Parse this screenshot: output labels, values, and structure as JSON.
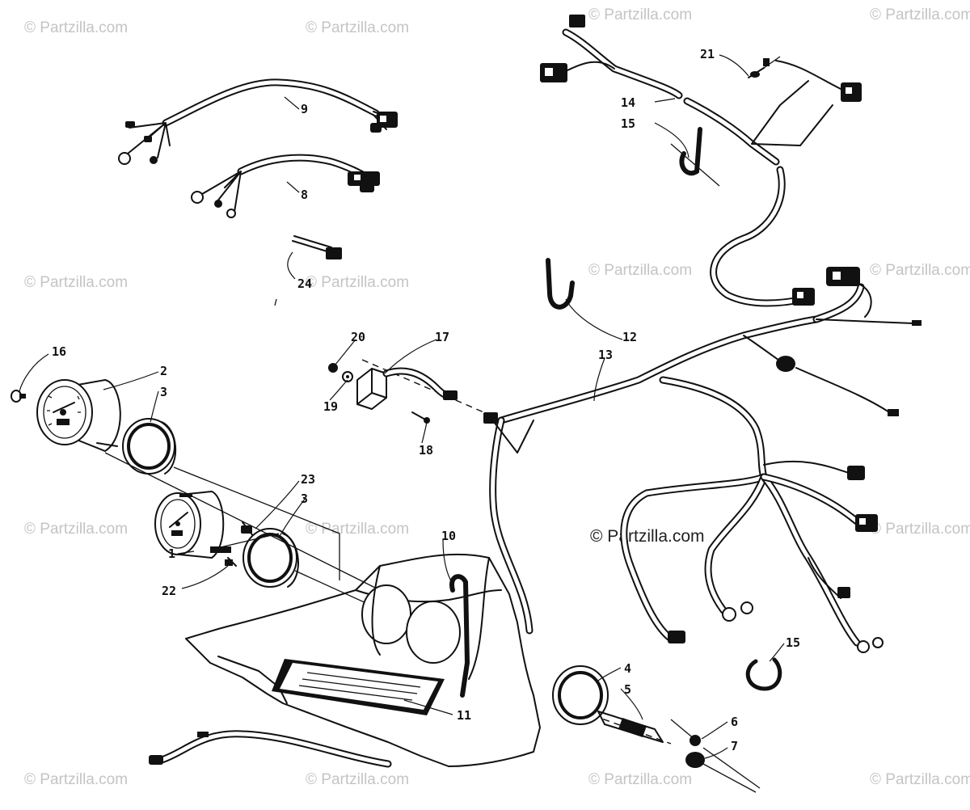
{
  "watermarks": {
    "text": "© Partzilla.com",
    "center_text": "© Partzilla.com"
  },
  "callouts": {
    "c1": "1",
    "c2": "2",
    "c3a": "3",
    "c3b": "3",
    "c4": "4",
    "c5": "5",
    "c6": "6",
    "c7": "7",
    "c8": "8",
    "c9": "9",
    "c10": "10",
    "c11": "11",
    "c12": "12",
    "c13": "13",
    "c14": "14",
    "c15a": "15",
    "c15b": "15",
    "c16": "16",
    "c17": "17",
    "c18": "18",
    "c19": "19",
    "c20": "20",
    "c21": "21",
    "c22": "22",
    "c23": "23",
    "c24": "24"
  }
}
